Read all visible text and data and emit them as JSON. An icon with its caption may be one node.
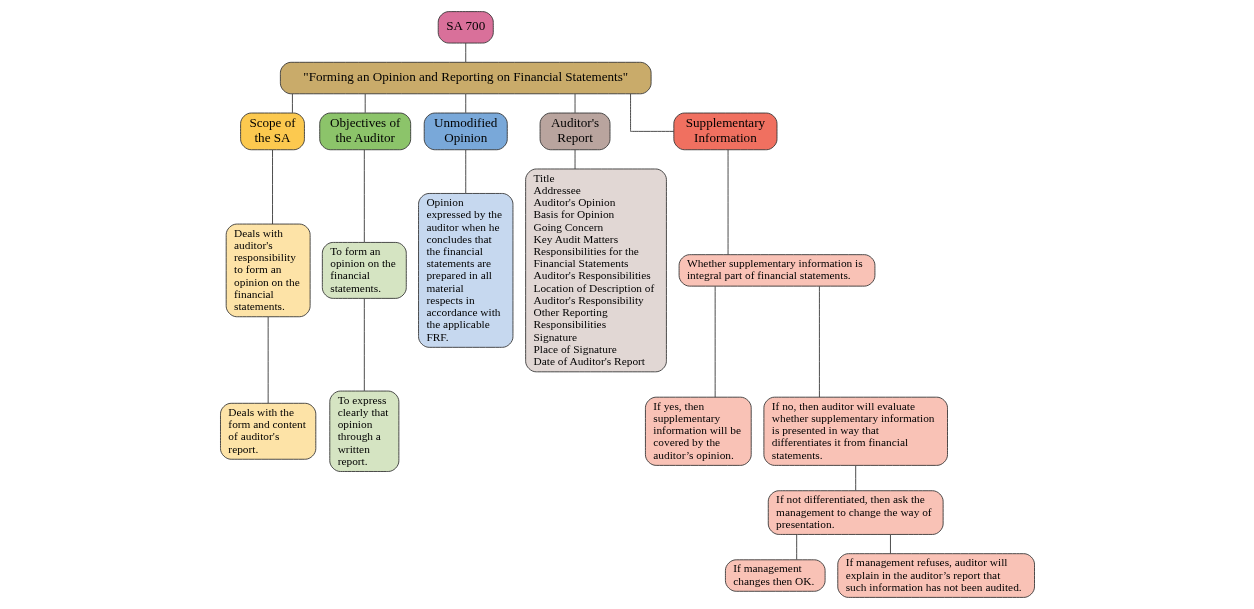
{
  "diagram": {
    "nodes": [
      {
        "text": [
          "SA 700"
        ]
      },
      {
        "text": [
          "\"Forming an Opinion and Reporting on Financial Statements\""
        ]
      },
      {
        "text": [
          "Scope of the SA"
        ]
      },
      {
        "text": [
          "Objectives of the Auditor"
        ]
      },
      {
        "text": [
          "Unmodified Opinion"
        ]
      },
      {
        "text": [
          "Auditor's Report"
        ]
      },
      {
        "text": [
          "Supplementary Information"
        ]
      },
      {
        "text": [
          "Deals with auditor's responsibility to form an opinion on the financial statements."
        ]
      },
      {
        "text": [
          "Deals with the form and content of auditor's report."
        ]
      },
      {
        "text": [
          "To form an opinion on the financial statements."
        ]
      },
      {
        "text": [
          "To express clearly that opinion through a written report."
        ]
      },
      {
        "text": [
          "Opinion expressed by the auditor when he concludes that the financial statements are prepared in all material respects in accordance with the applicable FRF."
        ]
      },
      {
        "text": [
          "Title",
          "Addressee",
          "Auditor's Opinion",
          "Basis for Opinion",
          "Going Concern",
          "Key Audit Matters",
          "Responsibilities for the Financial Statements",
          "Auditor's Responsibilities",
          "Location of Description of Auditor's Responsibility",
          "Other Reporting Responsibilities",
          "Signature",
          "Place of Signature",
          "Date of Auditor's Report"
        ]
      },
      {
        "text": [
          "Whether supplementary information is integral part of financial statements."
        ]
      },
      {
        "text": [
          "If yes, then supplementary information will be covered by the auditor’s opinion."
        ]
      },
      {
        "text": [
          "If no, then auditor will evaluate whether supplementary information is presented in way that differentiates it from financial statements."
        ]
      },
      {
        "text": [
          "If not differentiated, then ask the management to change the way of presentation."
        ]
      },
      {
        "text": [
          "If management changes then OK."
        ]
      },
      {
        "text": [
          "If management refuses, auditor will explain in the auditor’s report that such information has not been audited."
        ]
      }
    ],
    "edges": [
      {
        "from": 0,
        "to": 1,
        "arrow": "none"
      },
      {
        "from": 1,
        "to": 2,
        "arrow": "none"
      },
      {
        "from": 1,
        "to": 3,
        "arrow": "none"
      },
      {
        "from": 1,
        "to": 4,
        "arrow": "none"
      },
      {
        "from": 1,
        "to": 5,
        "arrow": "none"
      },
      {
        "from": 1,
        "to": 6,
        "arrow": "none"
      },
      {
        "from": 2,
        "to": 7,
        "arrow": "none"
      },
      {
        "from": 7,
        "to": 8,
        "arrow": "none"
      },
      {
        "from": 3,
        "to": 9,
        "arrow": "none"
      },
      {
        "from": 9,
        "to": 10,
        "arrow": "none"
      },
      {
        "from": 4,
        "to": 11,
        "arrow": "none"
      },
      {
        "from": 5,
        "to": 12,
        "arrow": "none"
      },
      {
        "from": 6,
        "to": 13,
        "arrow": "none"
      },
      {
        "from": 13,
        "to": 14,
        "arrow": "none"
      },
      {
        "from": 13,
        "to": 15,
        "arrow": "none"
      },
      {
        "from": 15,
        "to": 16,
        "arrow": "none"
      },
      {
        "from": 16,
        "to": 17,
        "arrow": "none"
      },
      {
        "from": 16,
        "to": 18,
        "arrow": "none"
      }
    ]
  }
}
